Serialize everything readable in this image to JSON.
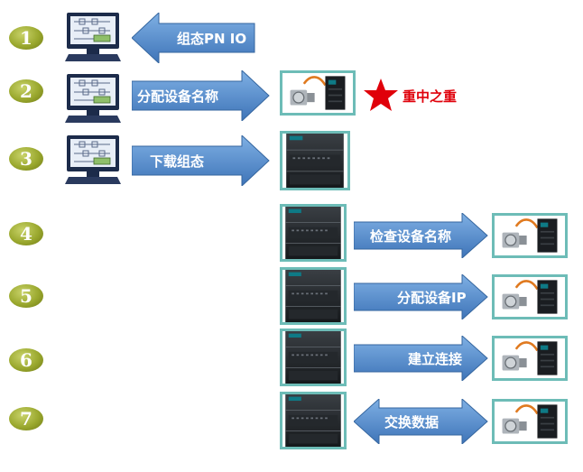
{
  "steps": [
    "1",
    "2",
    "3",
    "4",
    "5",
    "6",
    "7"
  ],
  "arrows": {
    "a1": "组态PN IO",
    "a2": "分配设备名称",
    "a3": "下载组态",
    "a4": "检查设备名称",
    "a5": "分配设备IP",
    "a6": "建立连接",
    "a7": "交换数据"
  },
  "highlight": "重中之重",
  "colors": {
    "step": "#9aa82e",
    "arrow": "#4f86c6",
    "frame": "#6dbcb7",
    "star": "#e0000a"
  }
}
